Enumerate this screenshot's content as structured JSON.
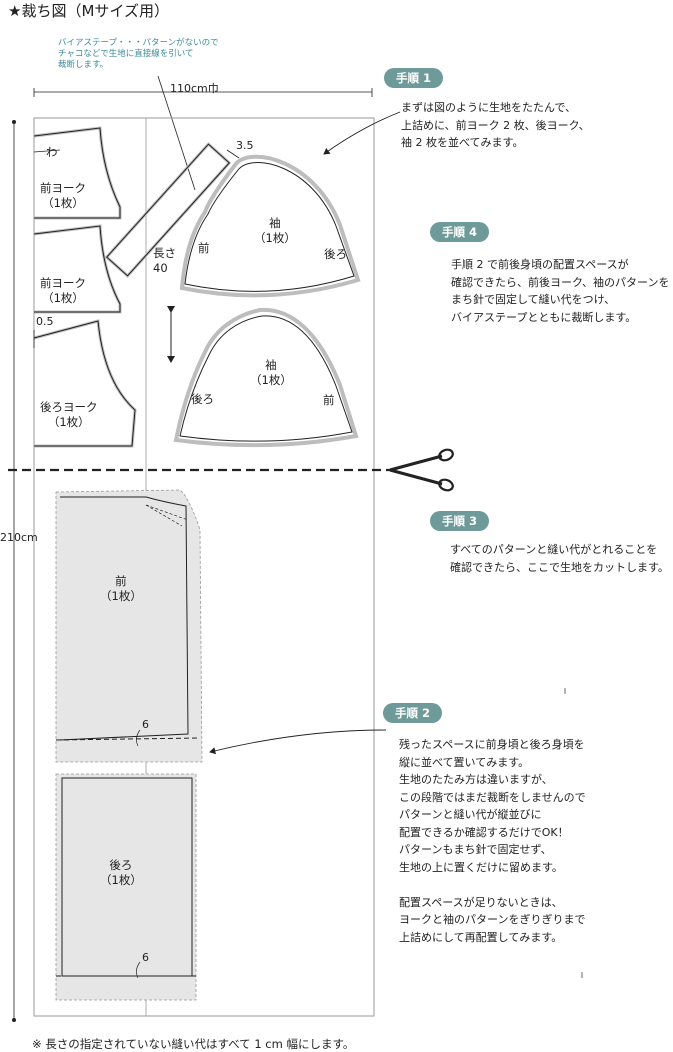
{
  "title": "★裁ち図（Mサイズ用）",
  "note_lines": [
    "バイアステープ・・・パターンがないので",
    "チャコなどで生地に直接線を引いて",
    "裁断します。"
  ],
  "fabric": {
    "width_label": "110cm巾",
    "height_label": "210cm"
  },
  "pieces": {
    "fold_mark": "わ",
    "front_yoke_1": "前ヨーク\n（1枚）",
    "front_yoke_2": "前ヨーク\n（1枚）",
    "back_yoke": "後ろヨーク\n（1枚）",
    "back_yoke_seam": "0.5",
    "bias_tape": "長さ\n40",
    "bias_tape_seam": "3.5",
    "sleeve_1": {
      "label": "袖\n（1枚）",
      "left": "前",
      "right": "後ろ"
    },
    "sleeve_2": {
      "label": "袖\n（1枚）",
      "left": "後ろ",
      "right": "前"
    },
    "front_body": {
      "label": "前\n（1枚）",
      "hem": "6"
    },
    "back_body": {
      "label": "後ろ\n（1枚）",
      "hem": "6"
    }
  },
  "steps": [
    {
      "badge": "手順 1",
      "text": "まずは図のように生地をたたんで、\n上詰めに、前ヨーク 2 枚、後ヨーク、\n袖 2 枚を並べてみます。"
    },
    {
      "badge": "手順 4",
      "text": "手順 2 で前後身頃の配置スペースが\n確認できたら、前後ヨーク、袖のパターンを\nまち針で固定して縫い代をつけ、\nバイアステープとともに裁断します。"
    },
    {
      "badge": "手順 3",
      "text": "すべてのパターンと縫い代がとれることを\n確認できたら、ここで生地をカットします。"
    },
    {
      "badge": "手順 2",
      "text": "残ったスペースに前身頃と後ろ身頃を\n縦に並べて置いてみます。\n生地のたたみ方は違いますが、\nこの段階ではまだ裁断をしませんので\nパターンと縫い代が縦並びに\n配置できるか確認するだけでOK！\nパターンもまち針で固定せず、\n生地の上に置くだけに留めます。\n\n配置スペースが足りないときは、\nヨークと袖のパターンをぎりぎりまで\n上詰めにして再配置してみます。"
    }
  ],
  "footnote": "※  長さの指定されていない縫い代はすべて 1 cm 幅にします。",
  "colors": {
    "badge": "#6f9a9a",
    "note": "#3c8c96",
    "body_fill": "#e6e6e6",
    "line": "#222222"
  },
  "icons": {
    "cut": "scissors-icon"
  }
}
